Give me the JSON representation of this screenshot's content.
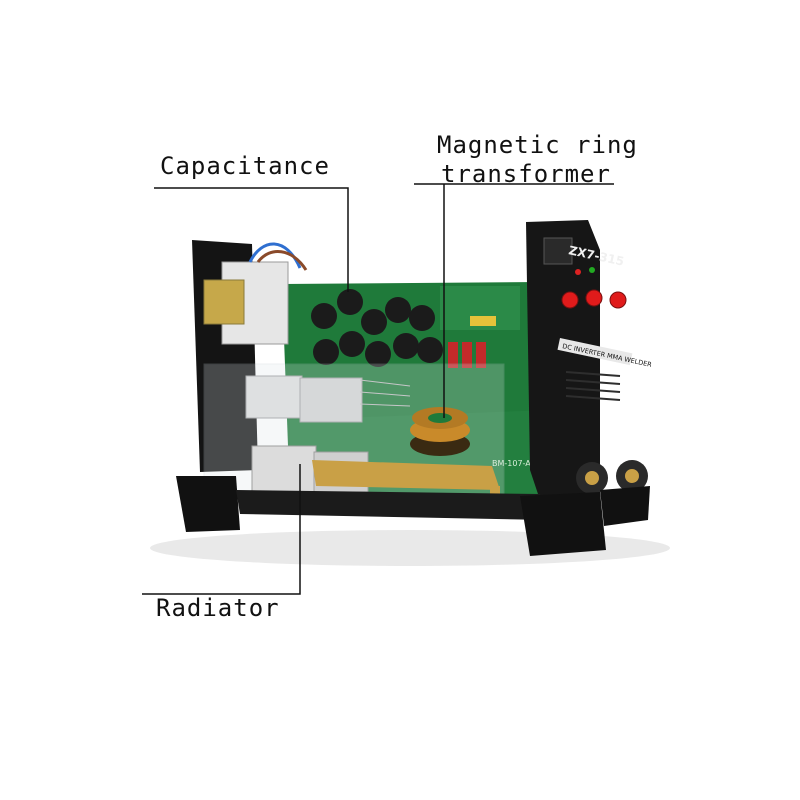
{
  "callouts": {
    "capacitance": "Capacitance",
    "magnetic_ring_line1": "Magnetic ring",
    "magnetic_ring_line2": "transformer",
    "radiator": "Radiator"
  },
  "panel": {
    "model": "ZX7-315",
    "badge": "DC INVERTER MMA WELDER",
    "pcb_code": "BM-107-A1"
  },
  "colors": {
    "housing": "#161616",
    "pcb": "#1f7a3a",
    "knob": "#e01b1b",
    "copper": "#c98a2a",
    "brass": "#c9a046",
    "heatsink": "#d9d9d9"
  }
}
